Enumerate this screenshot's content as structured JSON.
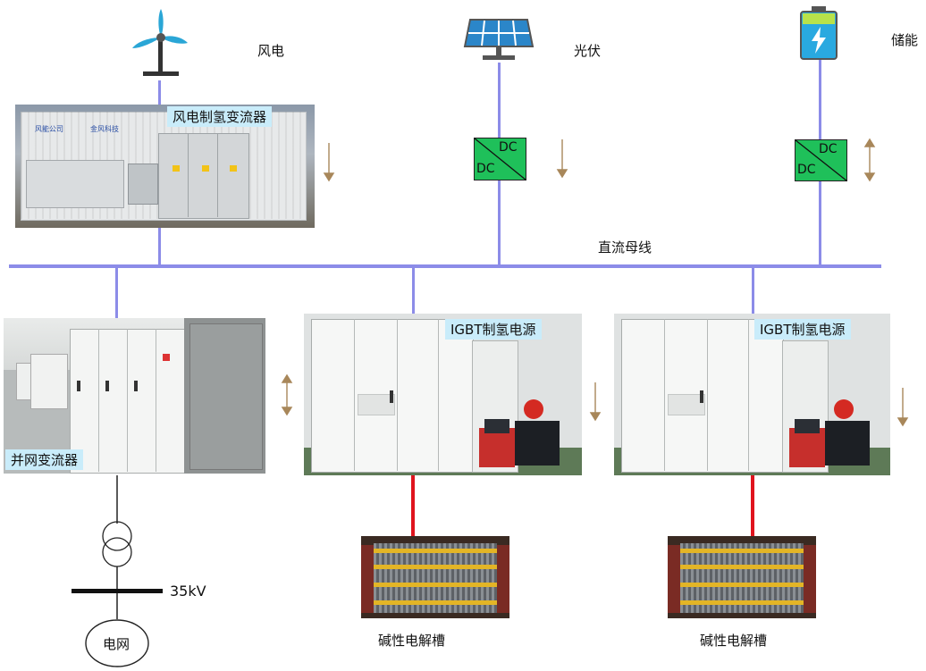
{
  "sources": {
    "wind": {
      "label": "风电",
      "converter_label": "风电制氢变流器",
      "converter_brand_1": "风能公司",
      "converter_brand_2": "金风科技"
    },
    "pv": {
      "label": "光伏",
      "dcdc_top": "DC",
      "dcdc_bottom": "DC"
    },
    "storage": {
      "label": "储能",
      "dcdc_top": "DC",
      "dcdc_bottom": "DC"
    }
  },
  "bus": {
    "label": "直流母线"
  },
  "grid_converter": {
    "label": "并网变流器"
  },
  "igbt_units": [
    {
      "label": "IGBT制氢电源",
      "electrolyzer_label": "碱性电解槽"
    },
    {
      "label": "IGBT制氢电源",
      "electrolyzer_label": "碱性电解槽"
    }
  ],
  "grid": {
    "voltage_label": "35kV",
    "grid_label": "电网"
  },
  "colors": {
    "bus": "#8c8ce8",
    "dcdc": "#1fc05a",
    "arrow": "#a8875a",
    "electrolyzer_link": "#e0141e",
    "tag_bg": "#c9ecfa"
  }
}
